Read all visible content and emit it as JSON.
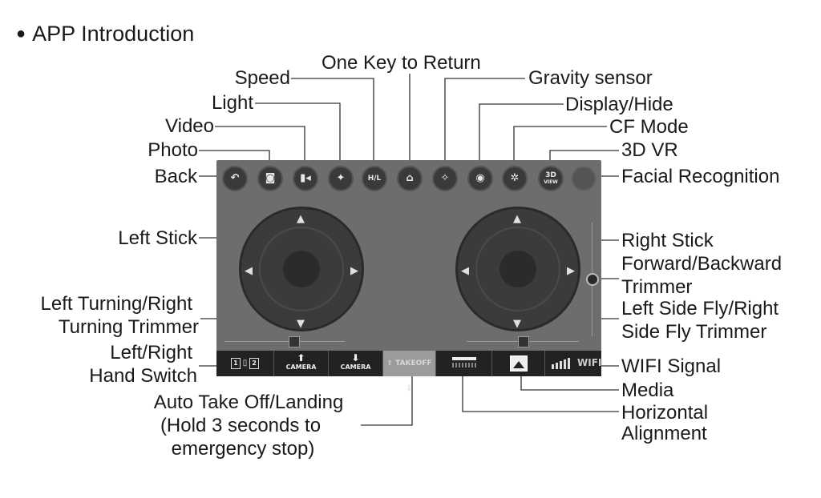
{
  "heading": {
    "bullet": "●",
    "text": "APP Introduction"
  },
  "labels": {
    "speed": "Speed",
    "one_key_return": "One Key to Return",
    "gravity_sensor": "Gravity sensor",
    "light": "Light",
    "display_hide": "Display/Hide",
    "video": "Video",
    "cf_mode": "CF Mode",
    "photo": "Photo",
    "vr_3d": "3D VR",
    "back": "Back",
    "facial_recognition": "Facial Recognition",
    "left_stick": "Left Stick",
    "right_stick": "Right Stick",
    "fb_trimmer_1": "Forward/Backward",
    "fb_trimmer_2": "Trimmer",
    "lt_trimmer_1": "Left Turning/Right",
    "lt_trimmer_2": "Turning Trimmer",
    "ls_trimmer_1": "Left Side Fly/Right",
    "ls_trimmer_2": "Side Fly Trimmer",
    "hand_switch_1": "Left/Right",
    "hand_switch_2": "Hand Switch",
    "wifi_signal": "WIFI Signal",
    "media": "Media",
    "auto_takeoff_1": "Auto Take Off/Landing",
    "auto_takeoff_2": "(Hold 3 seconds to",
    "auto_takeoff_3": "emergency stop)",
    "horizontal_alignment_1": "Horizontal",
    "horizontal_alignment_2": "Alignment"
  },
  "screen": {
    "top_icons": {
      "speed_icon": "H/L",
      "vr_icon_line1": "3D",
      "vr_icon_line2": "VIEW"
    },
    "arrows": {
      "up": "▲",
      "down": "▼",
      "left": "◀",
      "right": "▶"
    },
    "bottom_bar": {
      "hand_switch_1": "1",
      "hand_switch_2": "2",
      "camera_1": "CAMERA",
      "camera_2": "CAMERA",
      "takeoff": "TAKEOFF",
      "wifi_text": "WIFI"
    }
  }
}
